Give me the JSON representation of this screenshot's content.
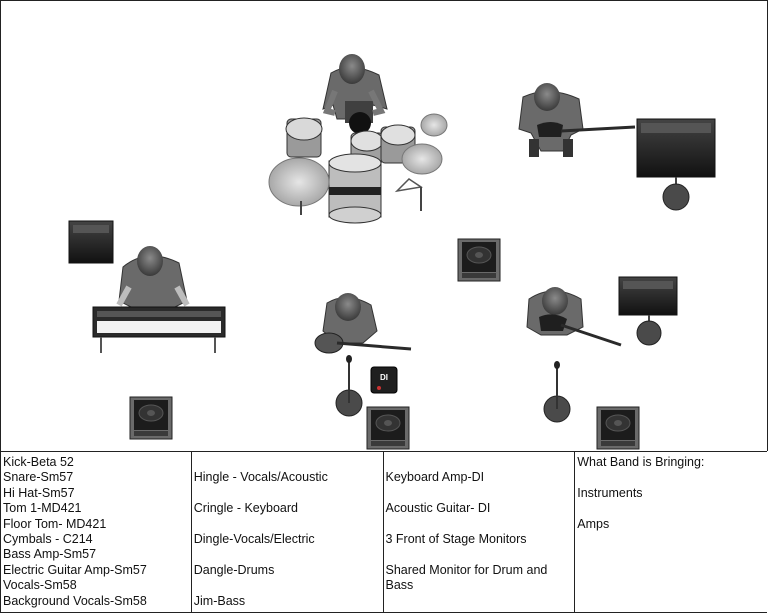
{
  "stage": {
    "di_box_label": "DI",
    "elements": [
      {
        "name": "drummer"
      },
      {
        "name": "drum-kit"
      },
      {
        "name": "bass-player"
      },
      {
        "name": "bass-amp"
      },
      {
        "name": "keyboard-amp"
      },
      {
        "name": "keyboardist"
      },
      {
        "name": "keyboard"
      },
      {
        "name": "acoustic-guitarist"
      },
      {
        "name": "di-box"
      },
      {
        "name": "electric-guitarist"
      },
      {
        "name": "guitar-amp"
      },
      {
        "name": "mic-stand"
      },
      {
        "name": "floor-monitor"
      }
    ]
  },
  "table": {
    "mics": [
      "Kick-Beta 52",
      "Snare-Sm57",
      "Hi Hat-Sm57",
      "Tom 1-MD421",
      "Floor Tom- MD421",
      "Cymbals - C214",
      "Bass Amp-Sm57",
      "Electric Guitar Amp-Sm57",
      "Vocals-Sm58",
      "Background Vocals-Sm58"
    ],
    "members": [
      "Hingle - Vocals/Acoustic",
      "Cringle - Keyboard",
      "Dingle-Vocals/Electric",
      "Dangle-Drums",
      "Jim-Bass"
    ],
    "inputs": [
      "Keyboard Amp-DI",
      "Acoustic Guitar- DI",
      "3 Front of Stage Monitors",
      "Shared Monitor for Drum and Bass"
    ],
    "bringing_title": "What Band is Bringing:",
    "bringing": [
      "Instruments",
      "Amps"
    ]
  }
}
